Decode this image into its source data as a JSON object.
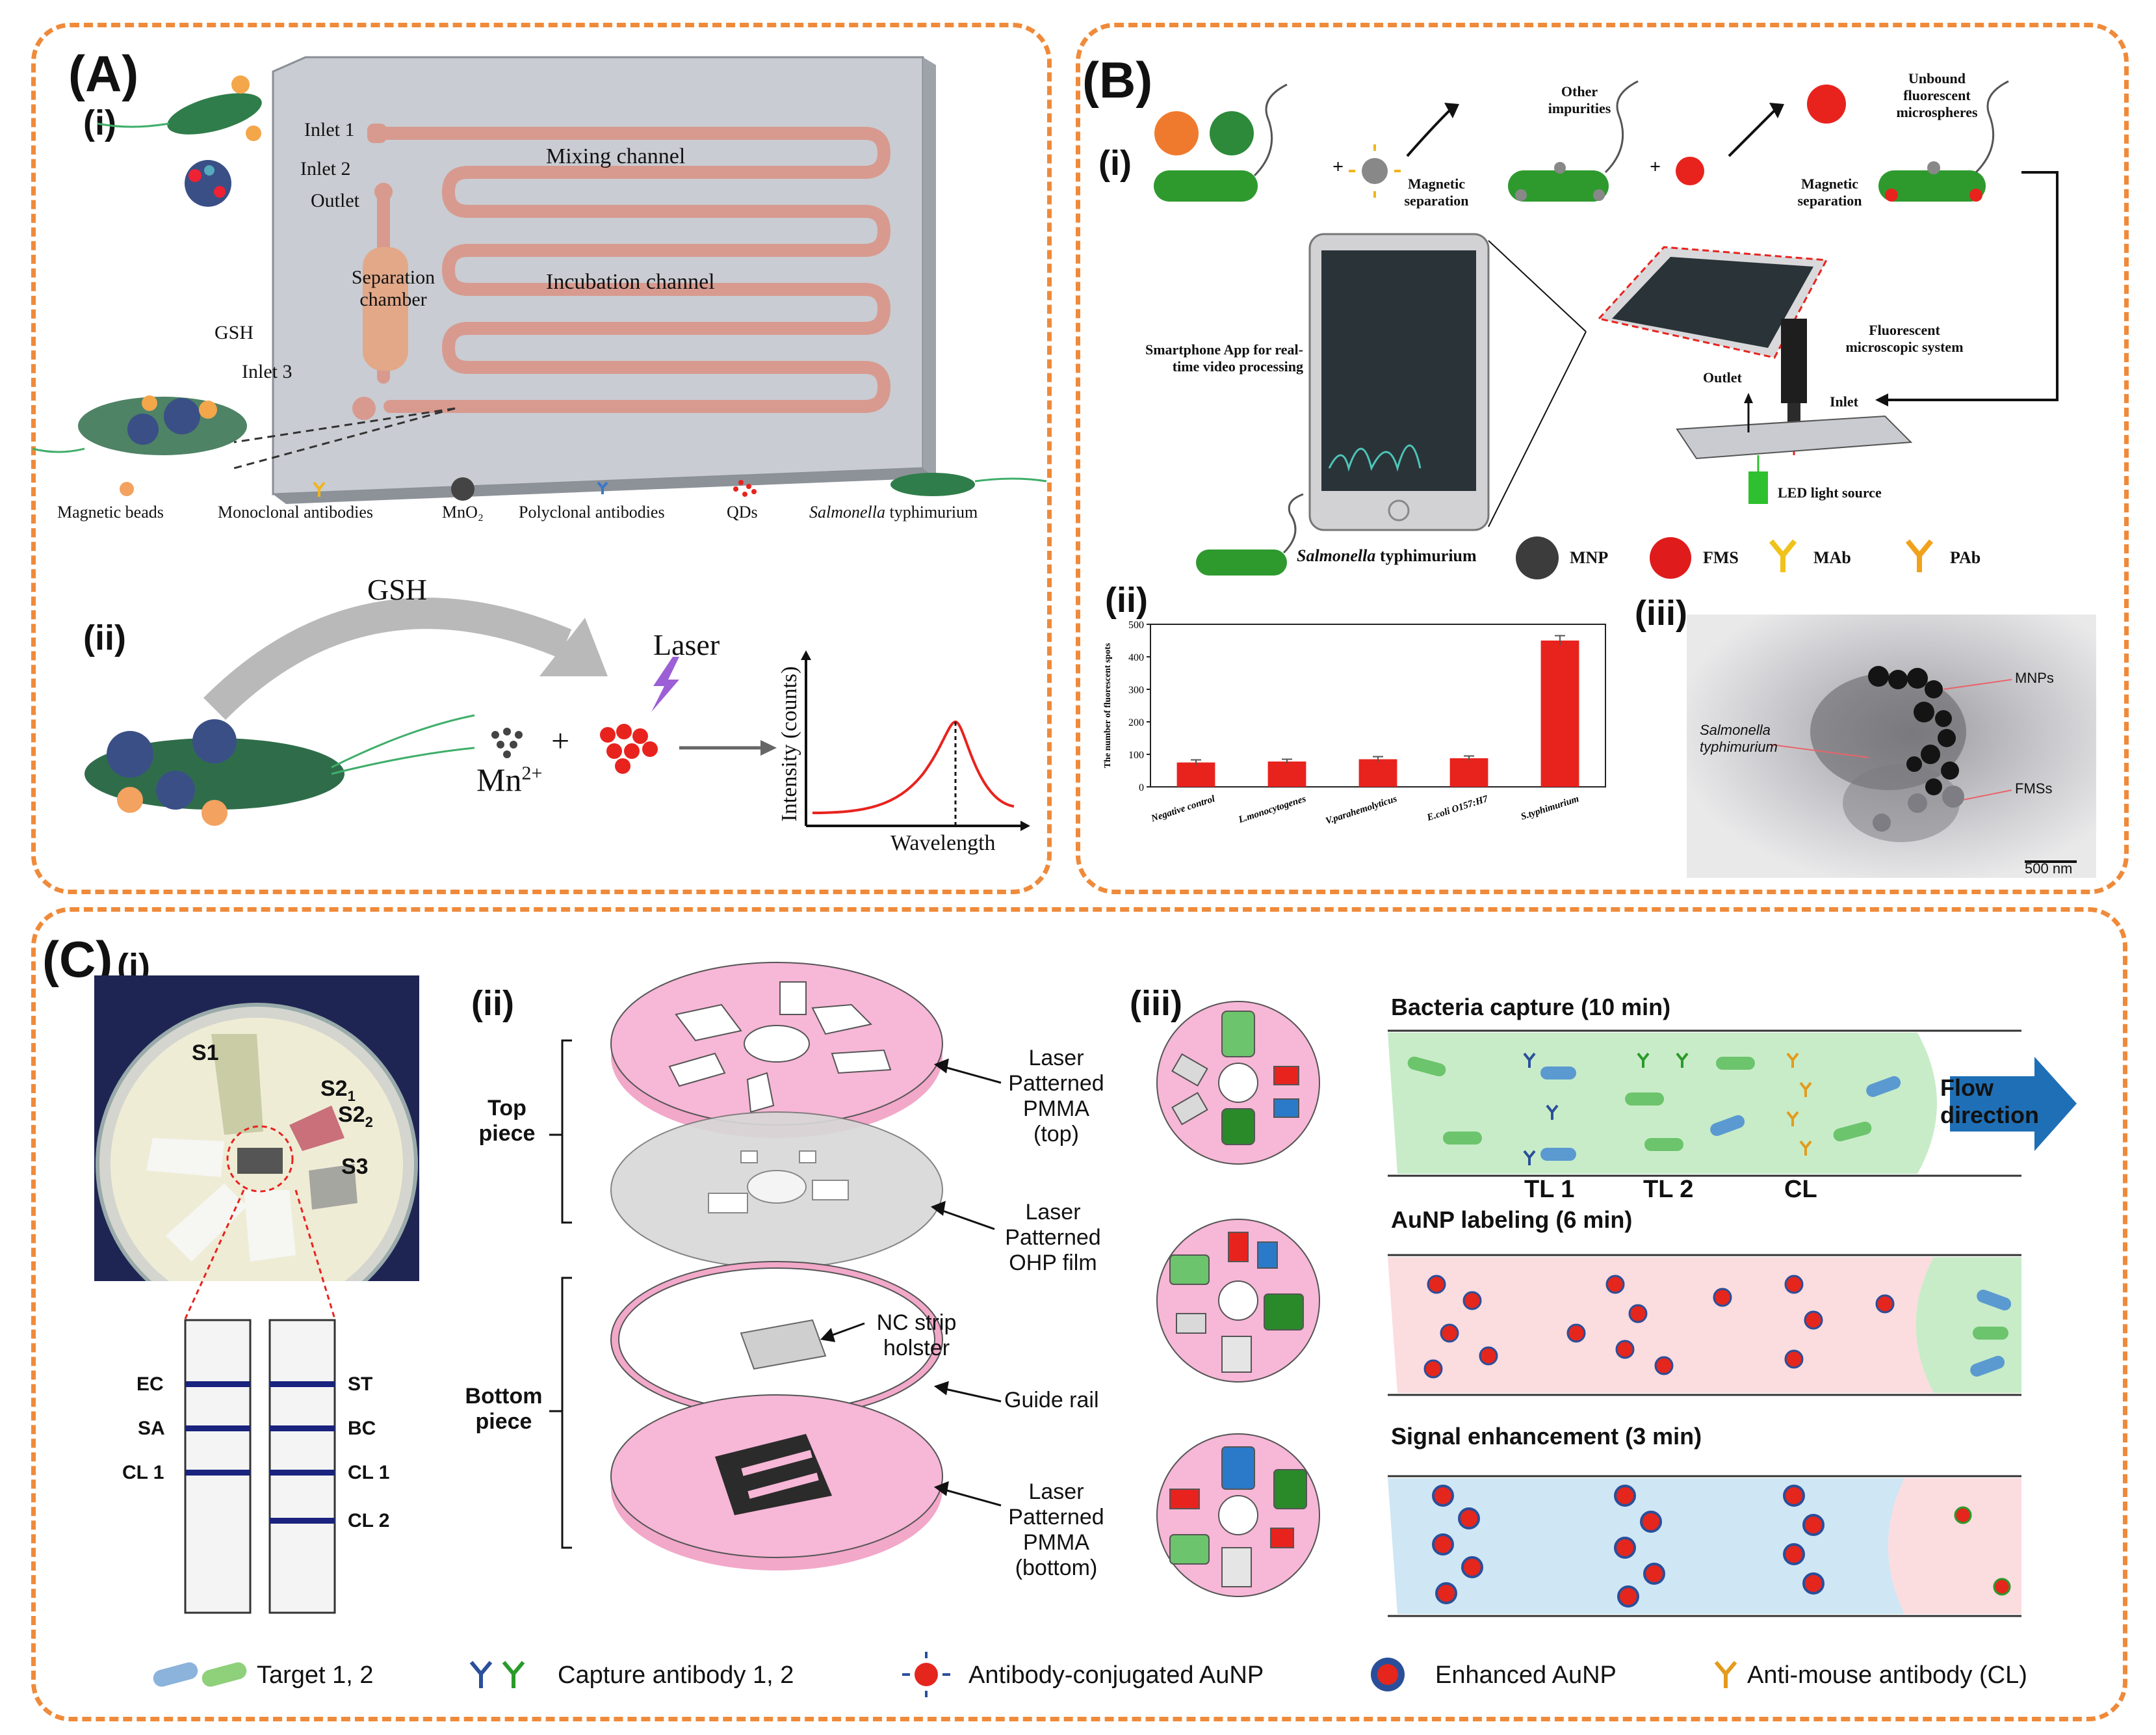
{
  "colors": {
    "panel_border": "#ef8a3a",
    "pink": "#f7b7d6",
    "chip_channel": "#d89a8f",
    "bar_red": "#e8231e",
    "bacteria_green": "#3aa23a",
    "flow_green": "#c8ecc8",
    "flow_pink": "#fbdcdf",
    "flow_blue": "#cfe6f4",
    "arrow_blue": "#1f6fb6",
    "auNP_red": "#e4261d"
  },
  "panel_a": {
    "label": "(A)",
    "sub_i": "(i)",
    "sub_ii": "(ii)",
    "chip": {
      "inlet1": "Inlet 1",
      "inlet2": "Inlet 2",
      "outlet": "Outlet",
      "mixing_channel": "Mixing channel",
      "separation_chamber_line1": "Separation",
      "separation_chamber_line2": "chamber",
      "incubation_channel": "Incubation channel",
      "gsh": "GSH",
      "inlet3": "Inlet 3"
    },
    "legend": {
      "magnetic_beads": "Magnetic beads",
      "monoclonal": "Monoclonal  antibodies",
      "mno2": "MnO₂",
      "polyclonal": "Polyclonal  antibodies",
      "qds": "QDs",
      "salmonella_italic": "Salmonella",
      "salmonella_rest": " typhimurium"
    },
    "scheme": {
      "gsh": "GSH",
      "laser": "Laser",
      "plus": "+",
      "mn_base": "Mn",
      "mn_sup": "2+",
      "y_axis": "Intensity (counts)",
      "x_axis": "Wavelength"
    }
  },
  "panel_b": {
    "label": "(B)",
    "sub_i": "(i)",
    "sub_ii": "(ii)",
    "sub_iii": "(iii)",
    "flow": {
      "plus1": "+",
      "plus2": "+",
      "other_impurities_l1": "Other",
      "other_impurities_l2": "impurities",
      "magsep1_l1": "Magnetic",
      "magsep1_l2": "separation",
      "unbound_l1": "Unbound",
      "unbound_l2": "fluorescent",
      "unbound_l3": "microspheres",
      "magsep2_l1": "Magnetic",
      "magsep2_l2": "separation",
      "app_l1": "Smartphone App for real-",
      "app_l2": "time video processing",
      "fluor_l1": "Fluorescent",
      "fluor_l2": "microscopic system",
      "outlet": "Outlet",
      "inlet": "Inlet",
      "led": "LED light source"
    },
    "legend": {
      "salmonella_italic": "Salmonella",
      "salmonella_rest": " typhimurium",
      "mnp": "MNP",
      "fms": "FMS",
      "mab": "MAb",
      "pab": "PAb"
    },
    "tem": {
      "mnps": "MNPs",
      "salmonella_l1": "Salmonella",
      "salmonella_l2": "typhimurium",
      "fmss": "FMSs",
      "scale": "500 nm"
    }
  },
  "chart_data": {
    "type": "bar",
    "ylabel": "The number of fluorescent spots",
    "ylim": [
      0,
      500
    ],
    "yticks": [
      0,
      100,
      200,
      300,
      400,
      500
    ],
    "categories": [
      "Negative control",
      "L.monocytogenes",
      "V.parahemolyticus",
      "E.coli O157:H7",
      "S.typhimurium"
    ],
    "values": [
      75,
      78,
      85,
      88,
      450
    ],
    "errors": [
      8,
      7,
      8,
      7,
      15
    ],
    "color": "#e8231e"
  },
  "panel_c": {
    "label": "(C)",
    "sub_i": "(i)",
    "sub_ii": "(ii)",
    "sub_iii": "(iii)",
    "photo": {
      "s1": "S1",
      "s2_1_base": "S2",
      "s2_1_sub": "1",
      "s2_2_base": "S2",
      "s2_2_sub": "2",
      "s3": "S3"
    },
    "strip_left": [
      "EC",
      "SA",
      "CL 1"
    ],
    "strip_right": [
      "ST",
      "BC",
      "CL 1",
      "CL 2"
    ],
    "exploded": {
      "top_piece_l1": "Top",
      "top_piece_l2": "piece",
      "bottom_piece_l1": "Bottom",
      "bottom_piece_l2": "piece",
      "pmma_top_l1": "Laser",
      "pmma_top_l2": "Patterned",
      "pmma_top_l3": "PMMA",
      "pmma_top_l4": "(top)",
      "ohp_l1": "Laser",
      "ohp_l2": "Patterned",
      "ohp_l3": "OHP film",
      "nc_l1": "NC strip",
      "nc_l2": "holster",
      "guide_rail": "Guide rail",
      "pmma_bottom_l1": "Laser",
      "pmma_bottom_l2": "Patterned",
      "pmma_bottom_l3": "PMMA",
      "pmma_bottom_l4": "(bottom)"
    },
    "steps": {
      "capture": "Bacteria capture (10 min)",
      "labeling": "AuNP labeling (6 min)",
      "enhance": "Signal enhancement (3 min)",
      "flow_l1": "Flow",
      "flow_l2": "direction",
      "tl1": "TL 1",
      "tl2": "TL 2",
      "cl": "CL"
    },
    "legend": {
      "target": "Target 1, 2",
      "capture_ab": "Capture antibody 1, 2",
      "auNP": "Antibody-conjugated AuNP",
      "enhanced": "Enhanced AuNP",
      "anti_mouse": "Anti-mouse antibody (CL)"
    }
  }
}
